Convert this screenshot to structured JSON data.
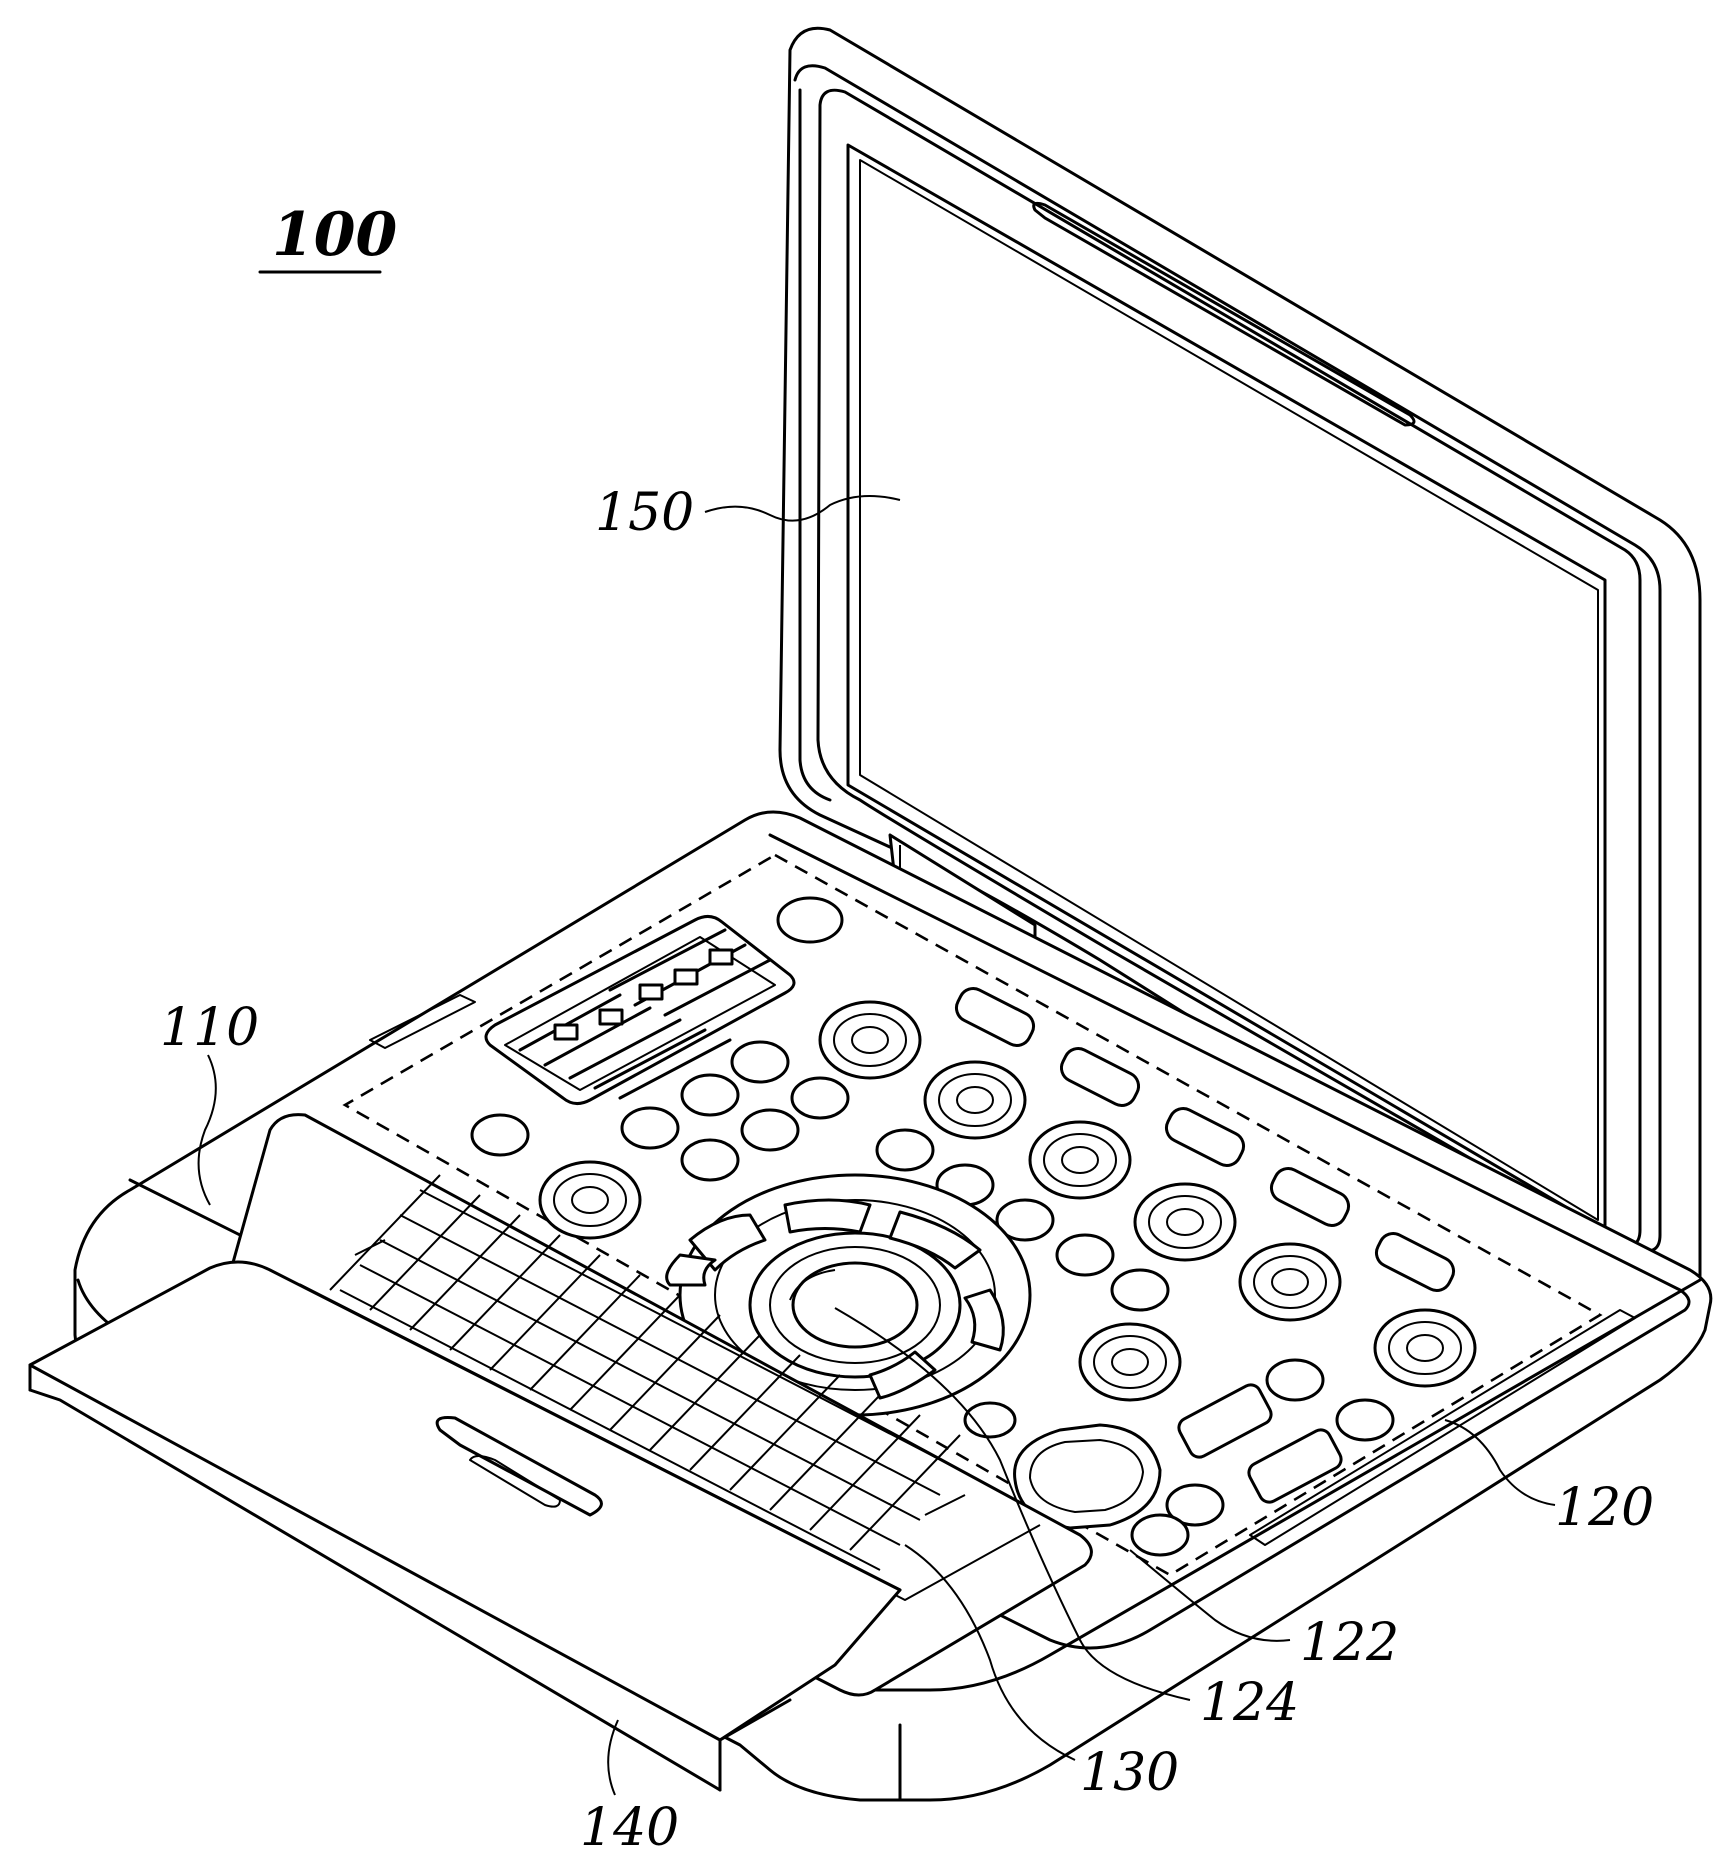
{
  "figure": {
    "device_label": "100",
    "labels": {
      "body": "110",
      "control_panel": "120",
      "panel_button": "122",
      "trackball": "124",
      "keyboard": "130",
      "cover": "140",
      "display": "150"
    }
  }
}
